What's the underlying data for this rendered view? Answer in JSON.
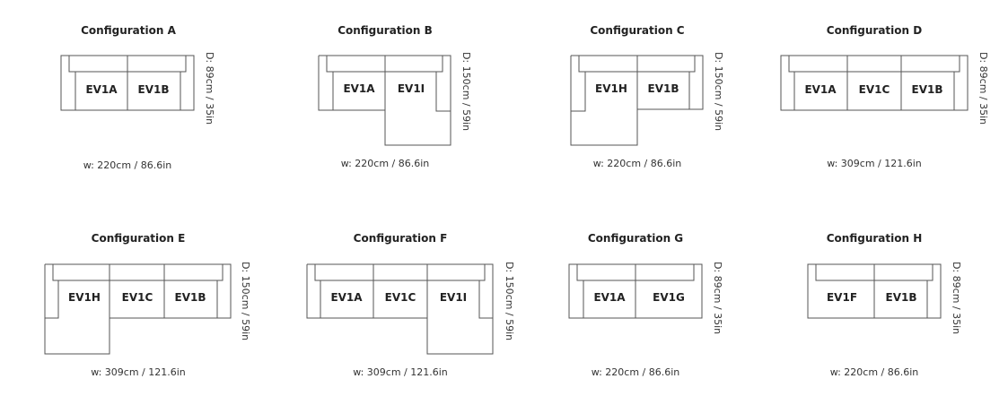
{
  "configurations": [
    {
      "title": "Configuration A",
      "width_label": "w: 220cm / 86.6in",
      "depth_label": "D: 89cm / 35in",
      "seats": [
        {
          "label": "EV1A"
        },
        {
          "label": "EV1B"
        }
      ]
    },
    {
      "title": "Configuration B",
      "width_label": "w: 220cm / 86.6in",
      "depth_label": "D: 150cm / 59in",
      "seats": [
        {
          "label": "EV1A"
        },
        {
          "label": "EV1I"
        }
      ]
    },
    {
      "title": "Configuration C",
      "width_label": "w: 220cm / 86.6in",
      "depth_label": "D: 150cm / 59in",
      "seats": [
        {
          "label": "EV1H"
        },
        {
          "label": "EV1B"
        }
      ]
    },
    {
      "title": "Configuration D",
      "width_label": "w: 309cm / 121.6in",
      "depth_label": "D: 89cm / 35in",
      "seats": [
        {
          "label": "EV1A"
        },
        {
          "label": "EV1C"
        },
        {
          "label": "EV1B"
        }
      ]
    },
    {
      "title": "Configuration E",
      "width_label": "w: 309cm / 121.6in",
      "depth_label": "D: 150cm / 59in",
      "seats": [
        {
          "label": "EV1H"
        },
        {
          "label": "EV1C"
        },
        {
          "label": "EV1B"
        }
      ]
    },
    {
      "title": "Configuration F",
      "width_label": "w: 309cm / 121.6in",
      "depth_label": "D: 150cm / 59in",
      "seats": [
        {
          "label": "EV1A"
        },
        {
          "label": "EV1C"
        },
        {
          "label": "EV1I"
        }
      ]
    },
    {
      "title": "Configuration G",
      "width_label": "w: 220cm / 86.6in",
      "depth_label": "D: 89cm / 35in",
      "seats": [
        {
          "label": "EV1A"
        },
        {
          "label": "EV1G"
        }
      ]
    },
    {
      "title": "Configuration H",
      "width_label": "w: 220cm / 86.6in",
      "depth_label": "D: 89cm / 35in",
      "seats": [
        {
          "label": "EV1F"
        },
        {
          "label": "EV1B"
        }
      ]
    }
  ]
}
